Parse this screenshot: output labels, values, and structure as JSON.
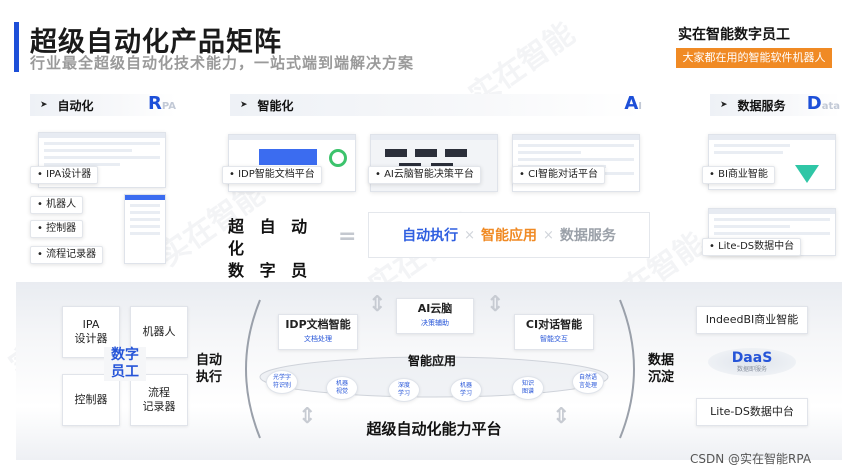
{
  "header": {
    "title": "超级自动化产品矩阵",
    "subtitle": "行业最全超级自动化技术能力，一站式端到端解决方案",
    "brand_name": "实在智能数字员工",
    "brand_tagline": "大家都在用的智能软件机器人"
  },
  "sections": {
    "rpa": {
      "label": "自动化",
      "letter": "R",
      "letter_rest": "PA"
    },
    "ai": {
      "label": "智能化",
      "letter": "A",
      "letter_rest": "I"
    },
    "data": {
      "label": "数据服务",
      "letter": "D",
      "letter_rest": "ata"
    }
  },
  "tags": {
    "ipa": "IPA设计器",
    "robot": "机器人",
    "controller": "控制器",
    "recorder": "流程记录器",
    "idp": "IDP智能文档平台",
    "ai_brain": "AI云脑智能决策平台",
    "ci": "CI智能对话平台",
    "bi": "BI商业智能",
    "liteds": "Lite-DS数据中台"
  },
  "formula": {
    "left": "超自动化\n数字员工",
    "left_line1": "超 自 动 化",
    "left_line2": "数 字 员 工",
    "equals": "=",
    "item1": "自动执行",
    "x": "×",
    "item2": "智能应用",
    "item3": "数据服务"
  },
  "platform": {
    "left_boxes": {
      "ipa": "IPA\n设计器",
      "ipa_l1": "IPA",
      "ipa_l2": "设计器",
      "robot": "机器人",
      "controller": "控制器",
      "recorder_l1": "流程",
      "recorder_l2": "记录器",
      "center_l1": "数字",
      "center_l2": "员工"
    },
    "auto_exec_l1": "自动",
    "auto_exec_l2": "执行",
    "ai_brain": {
      "title": "AI云脑",
      "caption": "决策辅助"
    },
    "idp": {
      "title": "IDP文档智能",
      "caption": "文档处理"
    },
    "ci": {
      "title": "CI对话智能",
      "caption": "智能交互"
    },
    "smart_app": "智能应用",
    "bubbles": [
      {
        "l1": "光学字",
        "l2": "符识别"
      },
      {
        "l1": "机器",
        "l2": "视觉"
      },
      {
        "l1": "深度",
        "l2": "学习"
      },
      {
        "l1": "机器",
        "l2": "学习"
      },
      {
        "l1": "知识",
        "l2": "图谱"
      },
      {
        "l1": "自然语",
        "l2": "言处理"
      }
    ],
    "platform_title": "超级自动化能力平台",
    "data_settle_l1": "数据",
    "data_settle_l2": "沉淀",
    "indeedbi": "IndeedBI商业智能",
    "daas": "DaaS",
    "daas_caption": "数据即服务",
    "liteds": "Lite-DS数据中台"
  },
  "watermark": {
    "text": "实在智能",
    "footer": "CSDN @实在智能RPA"
  },
  "colors": {
    "accent": "#1d4fd8",
    "orange": "#f08a24",
    "blue_text": "#2554d8"
  }
}
